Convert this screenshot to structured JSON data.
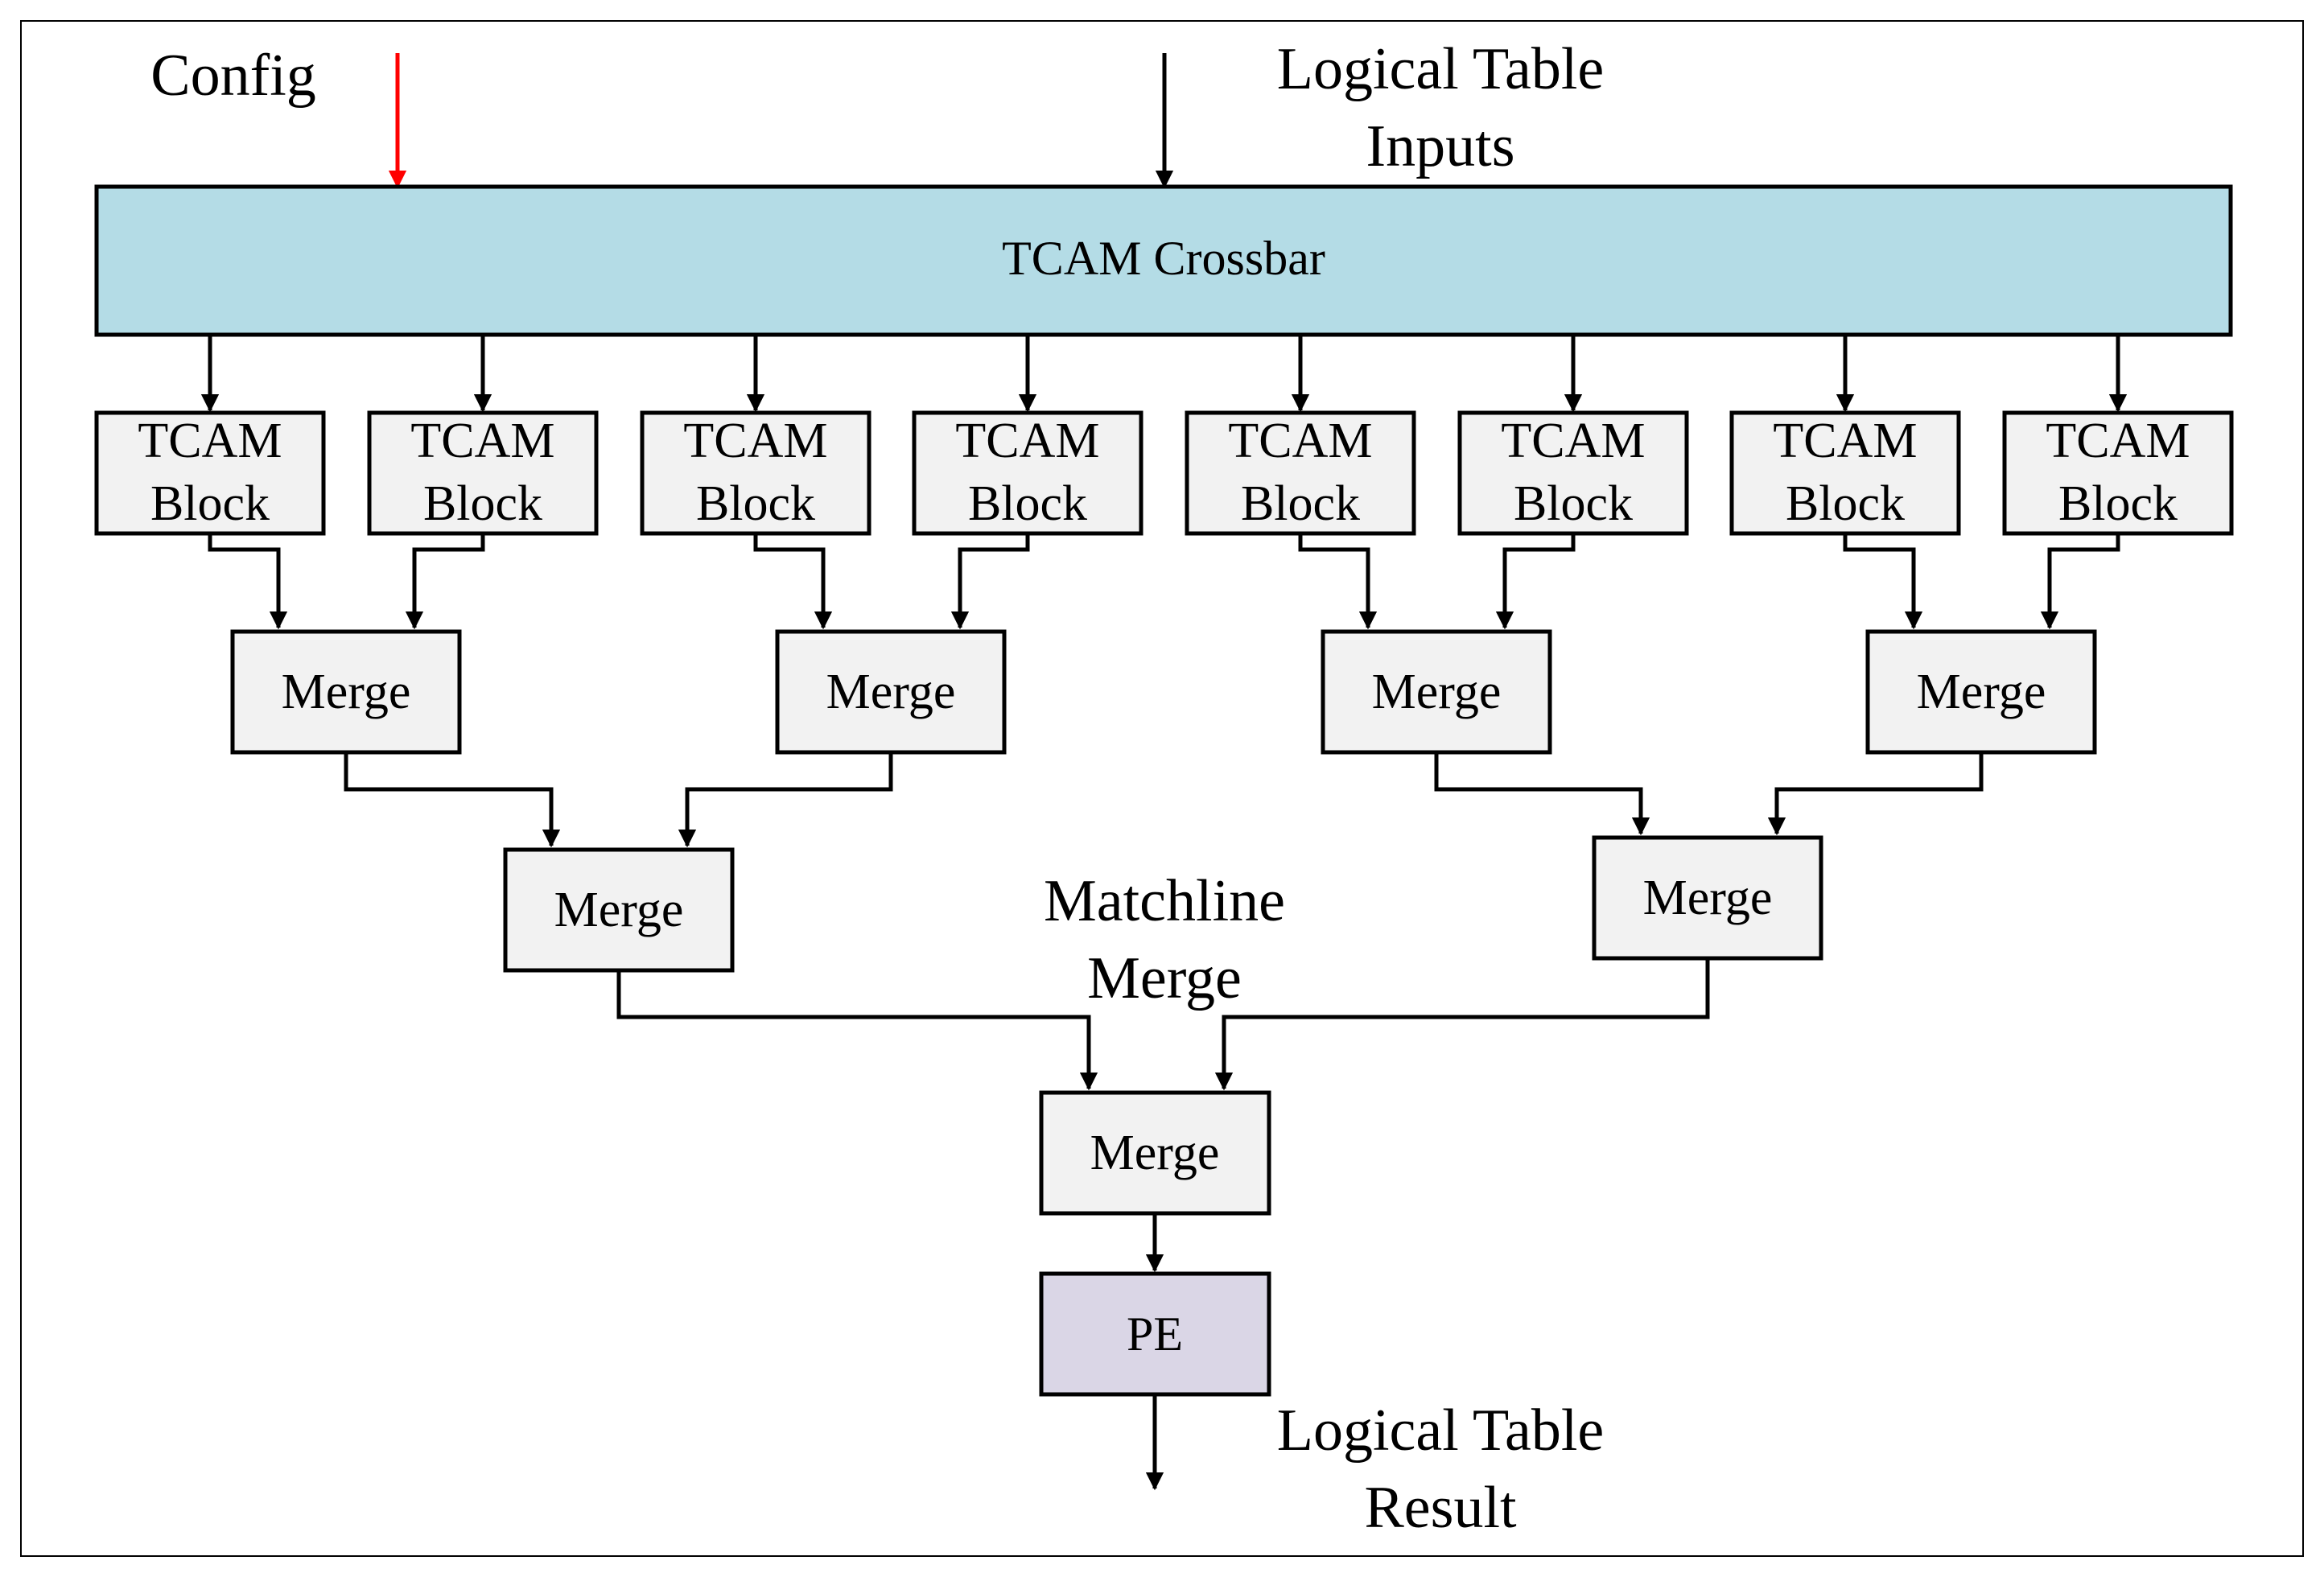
{
  "labels": {
    "config": "Config",
    "inputs_line1": "Logical Table",
    "inputs_line2": "Inputs",
    "matchline_line1": "Matchline",
    "matchline_line2": "Merge",
    "result_line1": "Logical Table",
    "result_line2": "Result"
  },
  "crossbar": {
    "label": "TCAM Crossbar"
  },
  "tcam_blocks": [
    {
      "line1": "TCAM",
      "line2": "Block"
    },
    {
      "line1": "TCAM",
      "line2": "Block"
    },
    {
      "line1": "TCAM",
      "line2": "Block"
    },
    {
      "line1": "TCAM",
      "line2": "Block"
    },
    {
      "line1": "TCAM",
      "line2": "Block"
    },
    {
      "line1": "TCAM",
      "line2": "Block"
    },
    {
      "line1": "TCAM",
      "line2": "Block"
    },
    {
      "line1": "TCAM",
      "line2": "Block"
    }
  ],
  "merge_level1": [
    "Merge",
    "Merge",
    "Merge",
    "Merge"
  ],
  "merge_level2": [
    "Merge",
    "Merge"
  ],
  "merge_final": "Merge",
  "pe": {
    "label": "PE"
  },
  "colors": {
    "crossbar_fill": "#b4dce6",
    "block_fill": "#f2f2f2",
    "pe_fill": "#dad6e6",
    "config_arrow": "#ff0000",
    "line": "#000000"
  }
}
